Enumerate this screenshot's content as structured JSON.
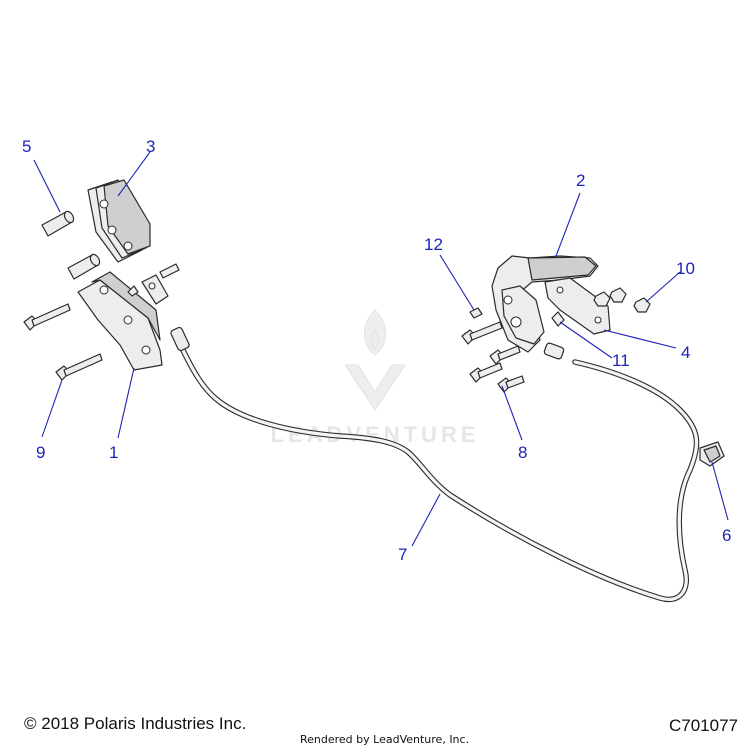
{
  "watermark": {
    "text": "LEADVENTURE"
  },
  "callouts": {
    "c1": "1",
    "c2": "2",
    "c3": "3",
    "c4": "4",
    "c5": "5",
    "c6": "6",
    "c7": "7",
    "c8": "8",
    "c9": "9",
    "c10": "10",
    "c11": "11",
    "c12": "12"
  },
  "footer": {
    "copyright": "© 2018 Polaris Industries Inc.",
    "rendered_by": "Rendered by LeadVenture, Inc.",
    "diagram_id": "C701077"
  },
  "colors": {
    "callout": "#1c24b8",
    "line": "#2b2b2b",
    "watermark": "#e6e6e6"
  }
}
